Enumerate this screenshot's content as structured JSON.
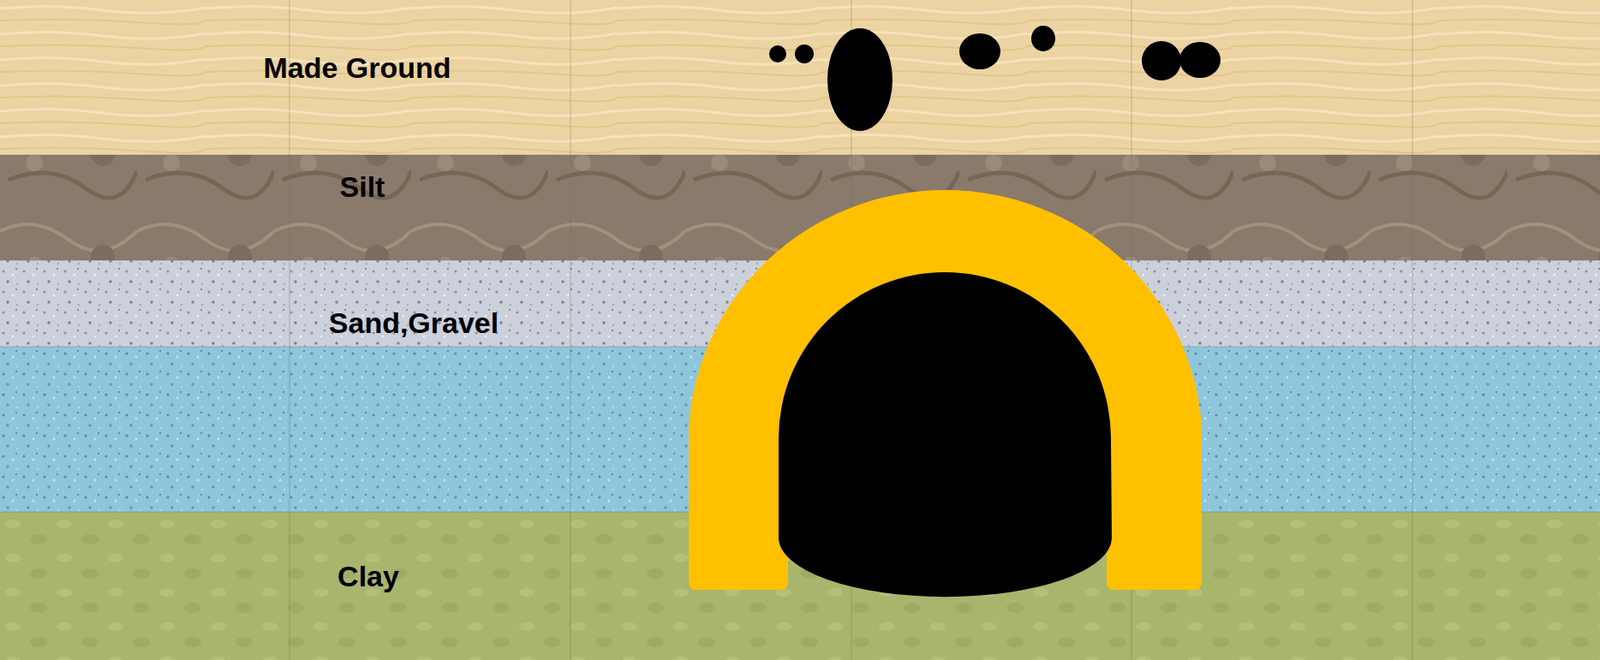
{
  "diagram": {
    "nodes": [
      {
        "text": [
          "Made Ground"
        ]
      },
      {
        "text": [
          "Silt"
        ]
      },
      {
        "text": [
          "Sand,Gravel"
        ]
      },
      {
        "text": [
          "Clay"
        ]
      }
    ]
  }
}
